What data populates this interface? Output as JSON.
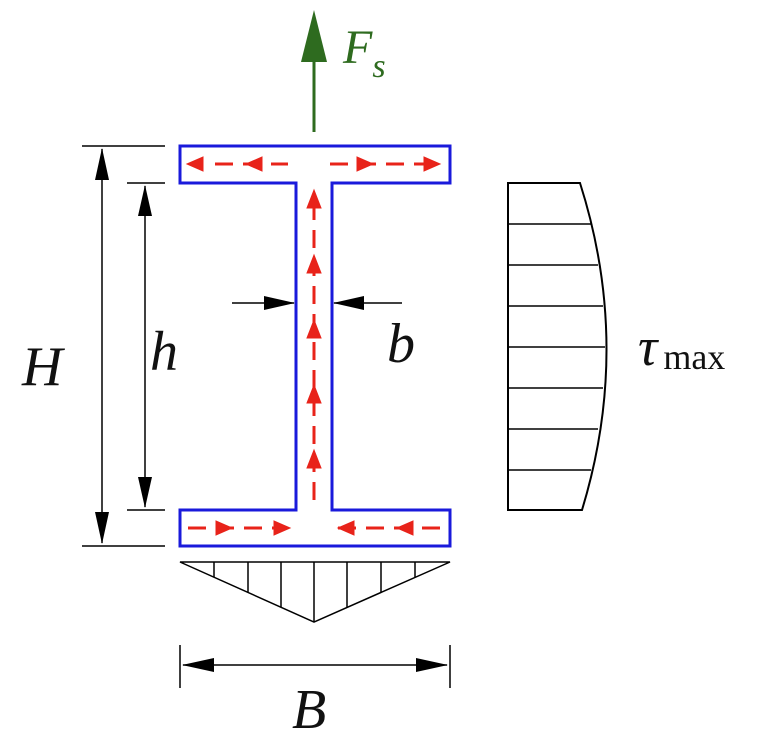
{
  "labels": {
    "force": "F",
    "force_sub": "s",
    "overall_height": "H",
    "web_height": "h",
    "web_thickness": "b",
    "flange_width": "B",
    "tau": "τ",
    "tau_sub": "max"
  },
  "colors": {
    "force": "#2e6b1f",
    "outline": "#1a1adb",
    "shear_flow": "#e8231a",
    "line": "#000000"
  },
  "icons": {
    "force_arrow": "arrow-up-icon",
    "shear_flow_arrows": "arrow-icon"
  }
}
